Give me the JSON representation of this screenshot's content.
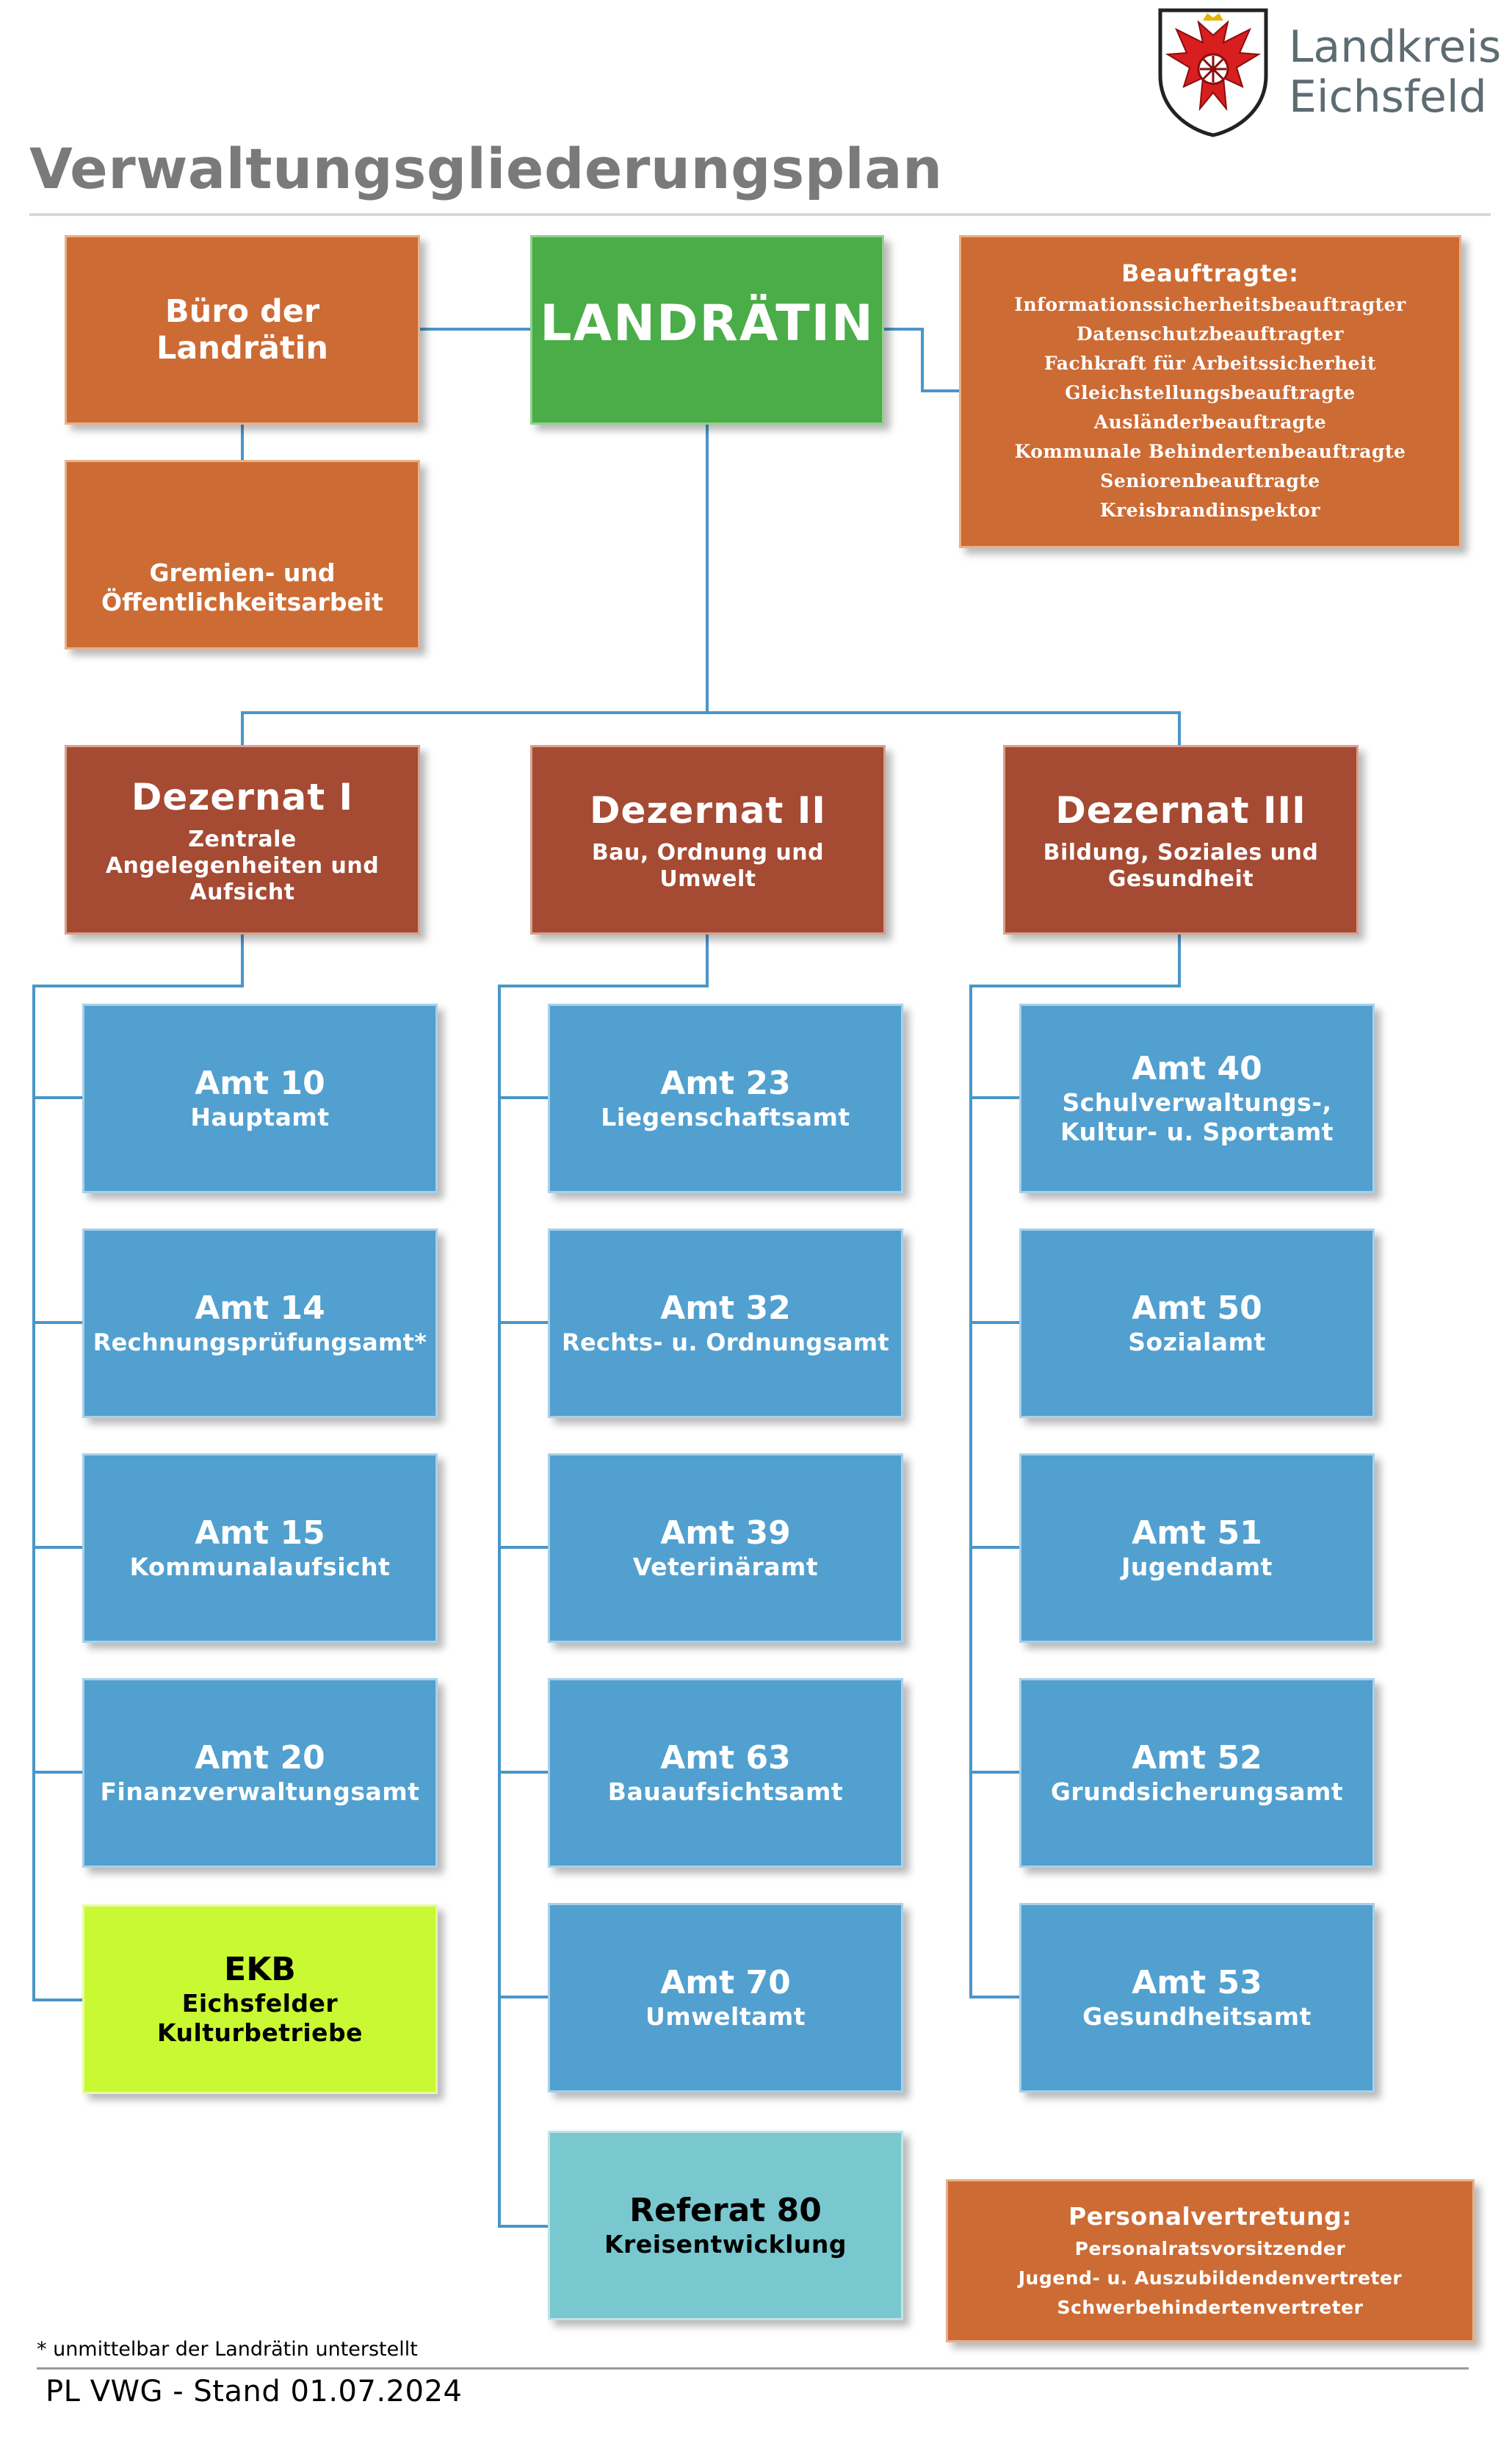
{
  "header": {
    "title": "Verwaltungsgliederungsplan",
    "logo_line1": "Landkreis",
    "logo_line2": "Eichsfeld"
  },
  "top": {
    "buero": "Büro der Landrätin",
    "gremien": "Gremien- und Öffentlichkeitsarbeit",
    "landraetin": "LANDRÄTIN",
    "beauftragte_title": "Beauftragte:",
    "beauftragte": [
      "Informationssicherheitsbeauftragter",
      "Datenschutzbeauftragter",
      "Fachkraft für Arbeitssicherheit",
      "Gleichstellungsbeauftragte",
      "Ausländerbeauftragte",
      "Kommunale Behindertenbeauftragte",
      "Seniorenbeauftragte",
      "Kreisbrandinspektor"
    ]
  },
  "dezernate": [
    {
      "title": "Dezernat I",
      "subtitle": "Zentrale Angelegenheiten und Aufsicht"
    },
    {
      "title": "Dezernat II",
      "subtitle": "Bau, Ordnung und Umwelt"
    },
    {
      "title": "Dezernat III",
      "subtitle": "Bildung, Soziales und Gesundheit"
    }
  ],
  "col1": [
    {
      "num": "Amt 10",
      "name": "Hauptamt"
    },
    {
      "num": "Amt 14",
      "name": "Rechnungsprüfungsamt*"
    },
    {
      "num": "Amt 15",
      "name": "Kommunalaufsicht"
    },
    {
      "num": "Amt 20",
      "name": "Finanzverwaltungsamt"
    },
    {
      "num": "EKB",
      "name": "Eichsfelder Kulturbetriebe"
    }
  ],
  "col2": [
    {
      "num": "Amt 23",
      "name": "Liegenschaftsamt"
    },
    {
      "num": "Amt 32",
      "name": "Rechts- u. Ordnungsamt"
    },
    {
      "num": "Amt 39",
      "name": "Veterinäramt"
    },
    {
      "num": "Amt 63",
      "name": "Bauaufsichtsamt"
    },
    {
      "num": "Amt 70",
      "name": "Umweltamt"
    },
    {
      "num": "Referat 80",
      "name": "Kreisentwicklung"
    }
  ],
  "col3": [
    {
      "num": "Amt 40",
      "name": "Schulverwaltungs-, Kultur- u. Sportamt"
    },
    {
      "num": "Amt 50",
      "name": "Sozialamt"
    },
    {
      "num": "Amt 51",
      "name": "Jugendamt"
    },
    {
      "num": "Amt 52",
      "name": "Grundsicherungsamt"
    },
    {
      "num": "Amt 53",
      "name": "Gesundheitsamt"
    }
  ],
  "personal": {
    "title": "Personalvertretung:",
    "items": [
      "Personalratsvorsitzender",
      "Jugend- u. Auszubildendenvertreter",
      "Schwerbehindertenvertreter"
    ]
  },
  "footnote": "* unmittelbar der Landrätin unterstellt",
  "footer": "PL VWG - Stand 01.07.2024",
  "colors": {
    "orange": "#cd6b34",
    "green": "#4aad48",
    "dezernat": "#a54a33",
    "amt": "#51a0d0",
    "ekb": "#c8f932",
    "referat": "#7ac8cf",
    "connector": "#4a96c9"
  }
}
